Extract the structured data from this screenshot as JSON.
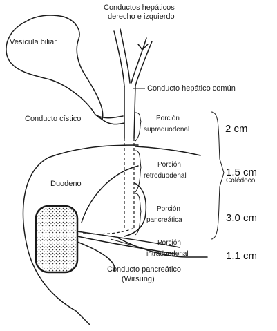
{
  "labels": {
    "gallbladder": "Vesícula biliar",
    "hepatic_ducts_line1": "Conductos hepáticos",
    "hepatic_ducts_line2": "derecho e izquierdo",
    "common_hepatic": "Conducto hepático común",
    "cystic_duct": "Conducto cístico",
    "duodenum": "Duodeno",
    "supraduodenal_line1": "Porción",
    "supraduodenal_line2": "supraduodenal",
    "retroduodenal_line1": "Porción",
    "retroduodenal_line2": "retroduodenal",
    "pancreatic_line1": "Porción",
    "pancreatic_line2": "pancreática",
    "intraduodenal_line1": "Porción",
    "intraduodenal_line2": "intraduodenal",
    "choledochus": "Colédoco",
    "wirsung_line1": "Conducto pancreático",
    "wirsung_line2": "(Wirsung)"
  },
  "measurements": {
    "supraduodenal": "2 cm",
    "retroduodenal": "1.5 cm",
    "pancreatic": "3.0 cm",
    "intraduodenal": "1.1 cm"
  }
}
